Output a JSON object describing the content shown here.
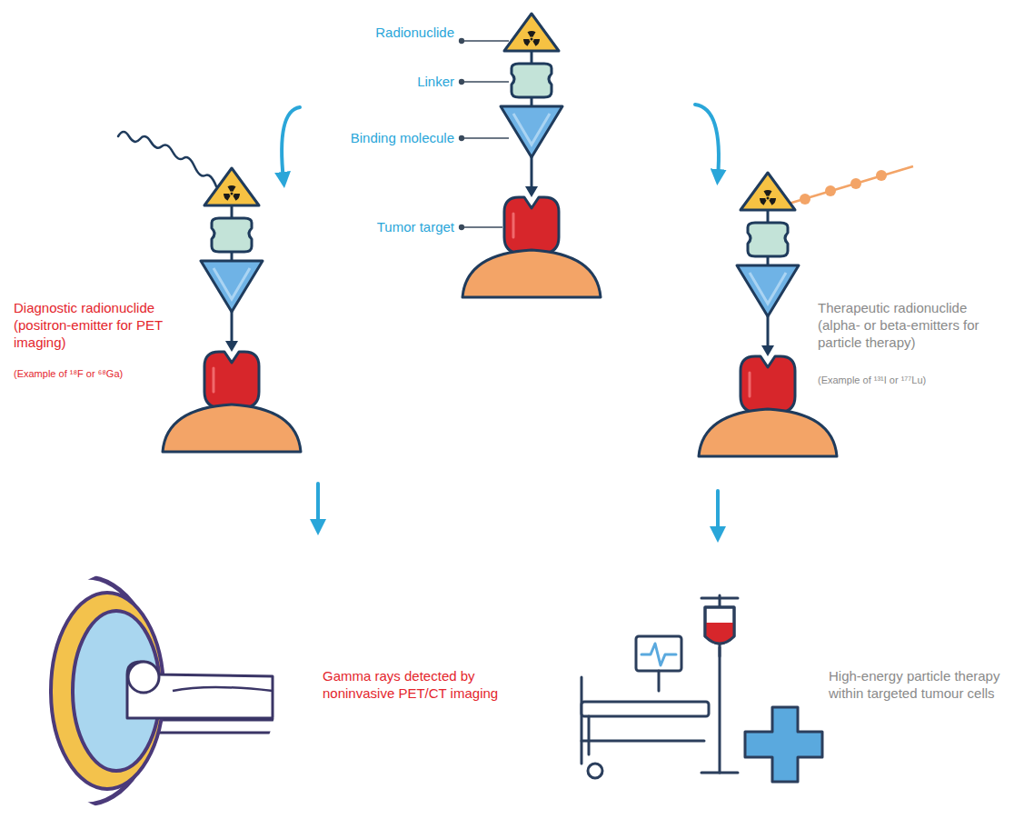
{
  "diagram": {
    "nodes": [
      {
        "text": [
          "Radionuclide",
          "Linker",
          "Binding molecule",
          "Tumor target"
        ]
      },
      {
        "text": [
          "Diagnostic radionuclide (positron-emitter for PET imaging)",
          "(Example of ¹⁸F or ⁶⁸Ga)"
        ]
      },
      {
        "text": [
          "Therapeutic radionuclide (alpha- or beta-emitters for particle therapy)",
          "(Example of ¹³¹I or ¹⁷⁷Lu)"
        ]
      },
      {
        "text": [
          "Gamma rays detected by noninvasive PET/CT imaging"
        ]
      },
      {
        "text": [
          "High-energy particle therapy within targeted tumour cells"
        ]
      }
    ],
    "edges": [
      {
        "from": 0,
        "to": 1,
        "arrow": "to"
      },
      {
        "from": 0,
        "to": 2,
        "arrow": "to"
      },
      {
        "from": 1,
        "to": 3,
        "arrow": "to"
      },
      {
        "from": 2,
        "to": 4,
        "arrow": "to"
      }
    ]
  }
}
